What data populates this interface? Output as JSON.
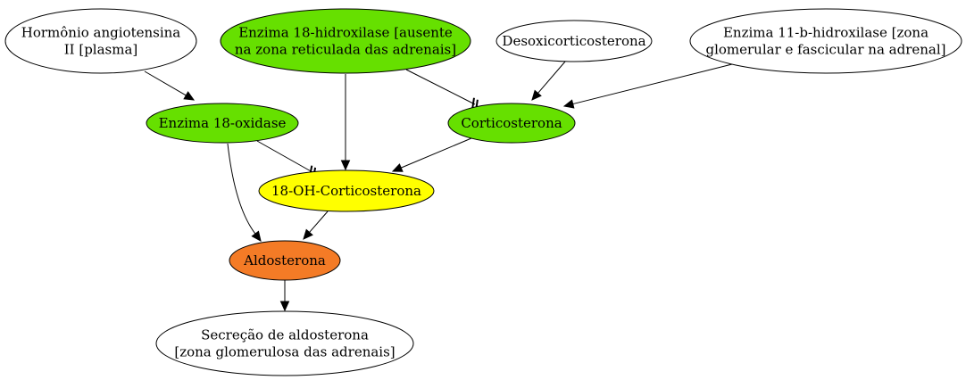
{
  "colors": {
    "green": "#66e000",
    "yellow": "#ffff00",
    "orange": "#f47b26",
    "white": "#ffffff"
  },
  "nodes": {
    "angiotensin": {
      "lines": [
        "Hormônio angiotensina",
        "II [plasma]"
      ],
      "fill": "white"
    },
    "hydroxylase18": {
      "lines": [
        "Enzima 18-hidroxilase [ausente",
        "na zona reticulada das adrenais]"
      ],
      "fill": "green"
    },
    "desoxicorticosterona": {
      "lines": [
        "Desoxicorticosterona"
      ],
      "fill": "white"
    },
    "hydroxylase11b": {
      "lines": [
        "Enzima 11-b-hidroxilase [zona",
        "glomerular e fascicular na adrenal]"
      ],
      "fill": "white"
    },
    "oxidase18": {
      "lines": [
        "Enzima 18-oxidase"
      ],
      "fill": "green"
    },
    "corticosterona": {
      "lines": [
        "Corticosterona"
      ],
      "fill": "green"
    },
    "oh_corticosterona": {
      "lines": [
        "18-OH-Corticosterona"
      ],
      "fill": "yellow"
    },
    "aldosterona": {
      "lines": [
        "Aldosterona"
      ],
      "fill": "orange"
    },
    "secrecao": {
      "lines": [
        "Secreção de aldosterona",
        "[zona glomerulosa das adrenais]"
      ],
      "fill": "white"
    }
  },
  "edges": [
    {
      "from": "angiotensin",
      "to": "oxidase18",
      "type": "arrow"
    },
    {
      "from": "hydroxylase18",
      "to": "oh_corticosterona",
      "type": "arrow"
    },
    {
      "from": "hydroxylase18",
      "to": "corticosterona",
      "type": "inhibit"
    },
    {
      "from": "desoxicorticosterona",
      "to": "corticosterona",
      "type": "arrow"
    },
    {
      "from": "hydroxylase11b",
      "to": "corticosterona",
      "type": "arrow"
    },
    {
      "from": "oxidase18",
      "to": "oh_corticosterona",
      "type": "inhibit"
    },
    {
      "from": "oxidase18",
      "to": "aldosterona",
      "type": "arrow"
    },
    {
      "from": "corticosterona",
      "to": "oh_corticosterona",
      "type": "arrow"
    },
    {
      "from": "oh_corticosterona",
      "to": "aldosterona",
      "type": "arrow"
    },
    {
      "from": "aldosterona",
      "to": "secrecao",
      "type": "arrow"
    }
  ]
}
